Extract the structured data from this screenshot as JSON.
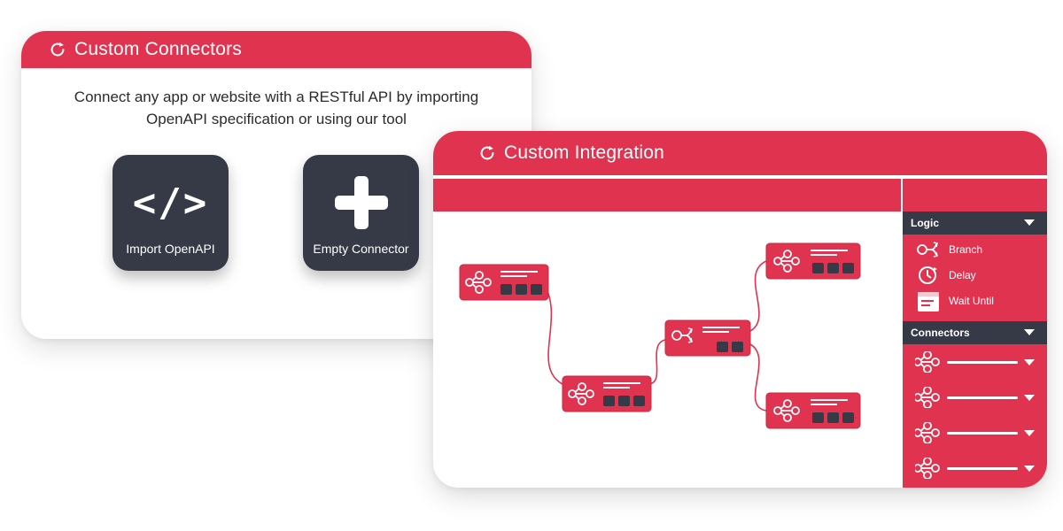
{
  "colors": {
    "accent": "#e0334f",
    "dark": "#363a46",
    "white": "#ffffff"
  },
  "connectors_card": {
    "title": "Custom Connectors",
    "title_icon": "refresh-icon",
    "description_line1": "Connect any app or website with a RESTful API by importing",
    "description_line2": "OpenAPI specification or using our tool",
    "import_button": {
      "icon": "code-icon",
      "glyph": "</>",
      "label": "Import OpenAPI"
    },
    "empty_button": {
      "icon": "plus-icon",
      "label": "Empty Connector"
    }
  },
  "integration_card": {
    "title": "Custom Integration",
    "title_icon": "refresh-icon",
    "sidebar": {
      "logic_header": "Logic",
      "logic_items": [
        {
          "label": "Branch",
          "icon": "branch-icon"
        },
        {
          "label": "Delay",
          "icon": "clock-icon"
        },
        {
          "label": "Wait Until",
          "icon": "calendar-icon"
        }
      ],
      "connectors_header": "Connectors",
      "connector_items": [
        {
          "icon": "share-icon"
        },
        {
          "icon": "share-icon"
        },
        {
          "icon": "share-icon"
        },
        {
          "icon": "share-icon"
        }
      ]
    },
    "workflow_nodes": [
      {
        "icon": "share-icon",
        "buttons": 3
      },
      {
        "icon": "share-icon",
        "buttons": 3
      },
      {
        "icon": "branch-icon",
        "buttons": 2
      },
      {
        "icon": "share-icon",
        "buttons": 3
      },
      {
        "icon": "share-icon",
        "buttons": 3
      }
    ]
  }
}
